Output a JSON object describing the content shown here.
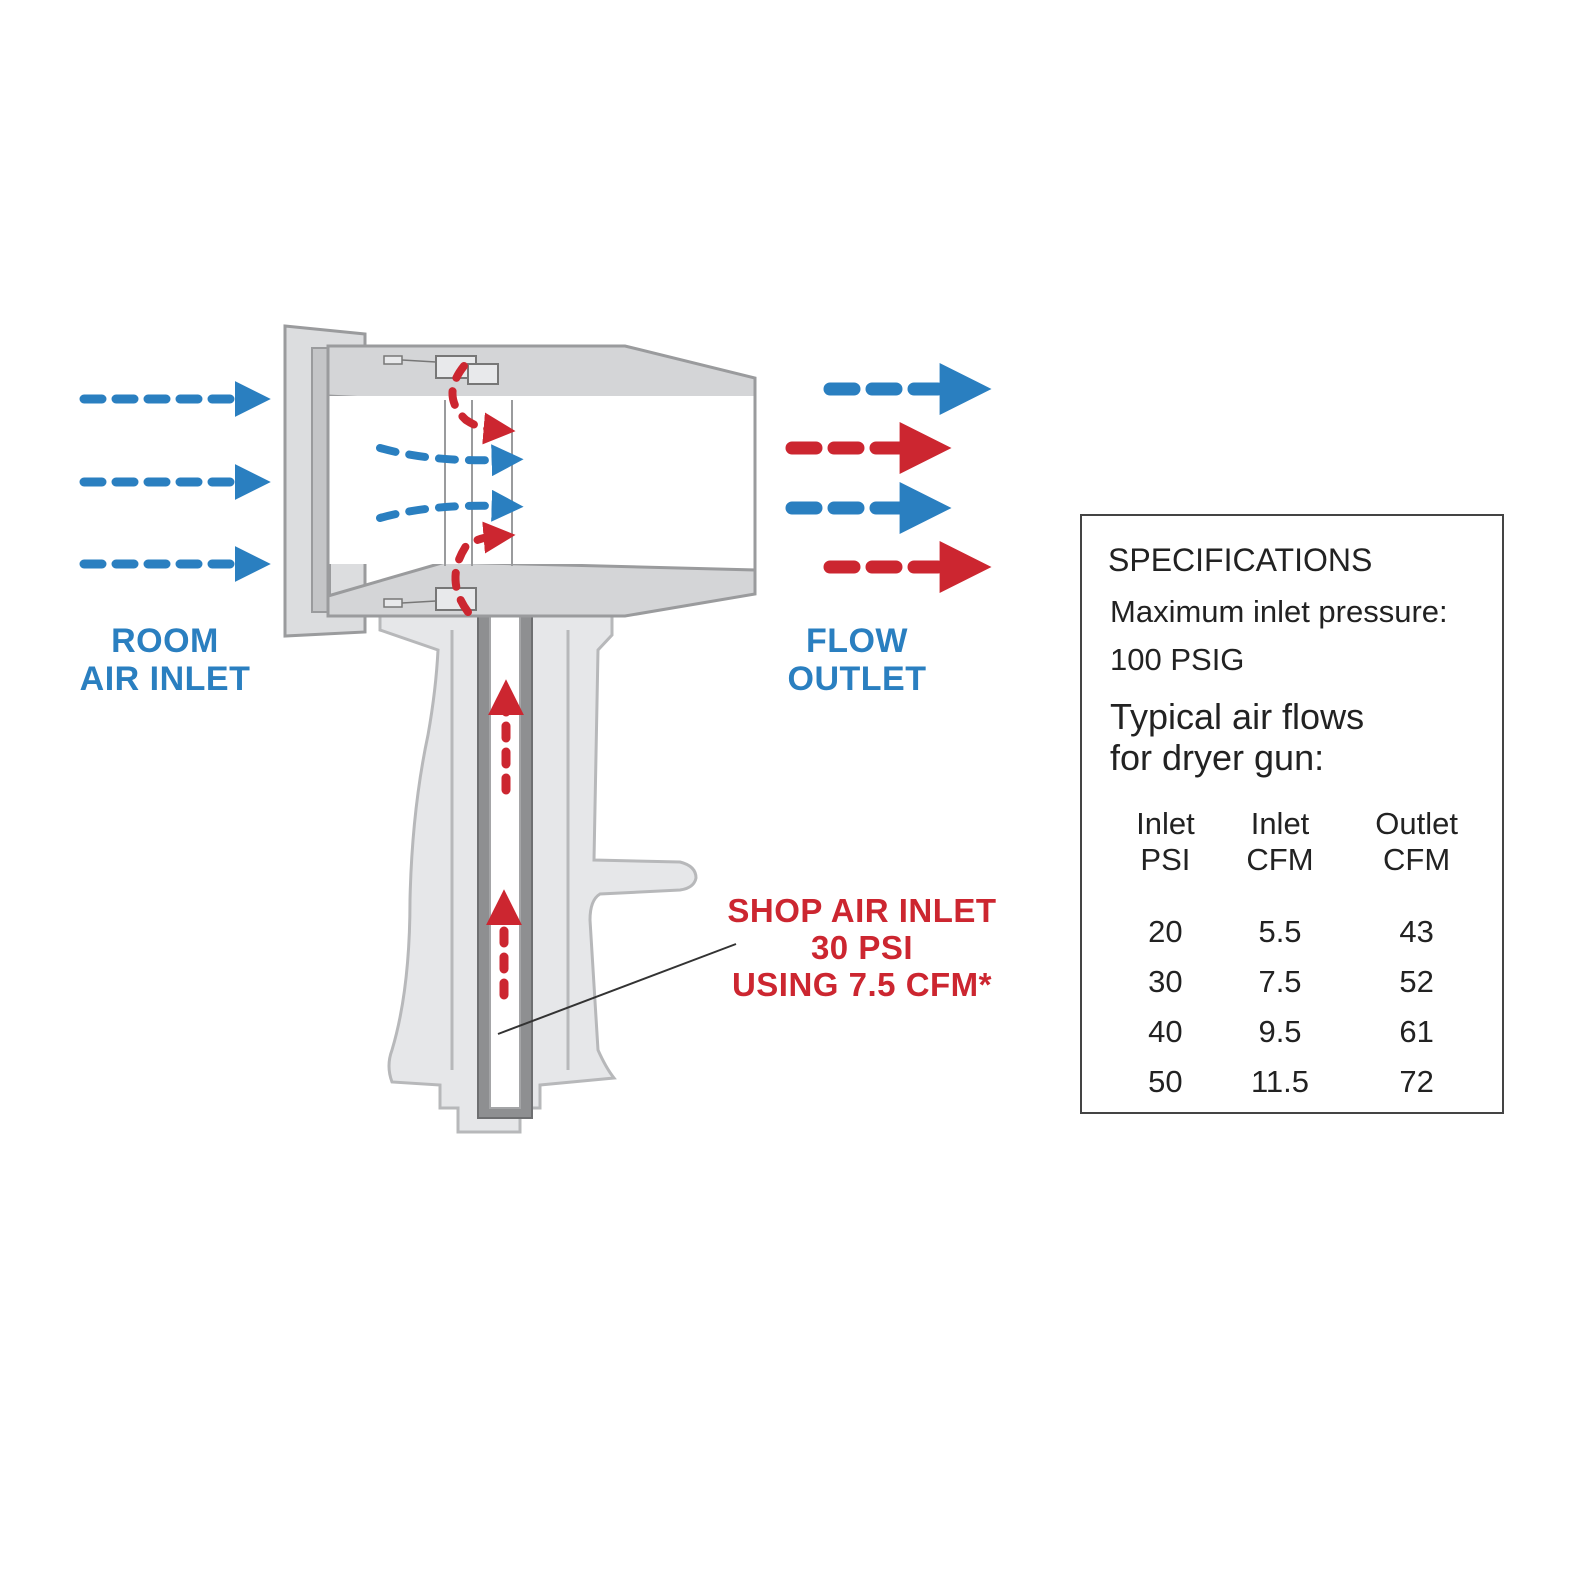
{
  "labels": {
    "room_air_inlet": [
      "ROOM",
      "AIR INLET"
    ],
    "flow_outlet": "FLOW OUTLET",
    "shop_air_inlet": [
      "SHOP AIR INLET",
      "30 PSI",
      "USING 7.5 CFM*"
    ]
  },
  "specifications": {
    "title": "SPECIFICATIONS",
    "max_pressure_label": "Maximum inlet pressure:",
    "max_pressure_value": "100 PSIG",
    "typical_flows_label": [
      "Typical air flows",
      "for dryer gun:"
    ],
    "table": {
      "headers": [
        [
          "Inlet",
          "PSI"
        ],
        [
          "Inlet",
          "CFM"
        ],
        [
          "Outlet",
          "CFM"
        ]
      ],
      "rows": [
        [
          "20",
          "5.5",
          "43"
        ],
        [
          "30",
          "7.5",
          "52"
        ],
        [
          "40",
          "9.5",
          "61"
        ],
        [
          "50",
          "11.5",
          "72"
        ]
      ]
    }
  },
  "colors": {
    "room_air": "#2a7fc0",
    "shop_air": "#cc2630",
    "body_fill": "#d4d5d7",
    "body_stroke": "#9a9b9d"
  }
}
